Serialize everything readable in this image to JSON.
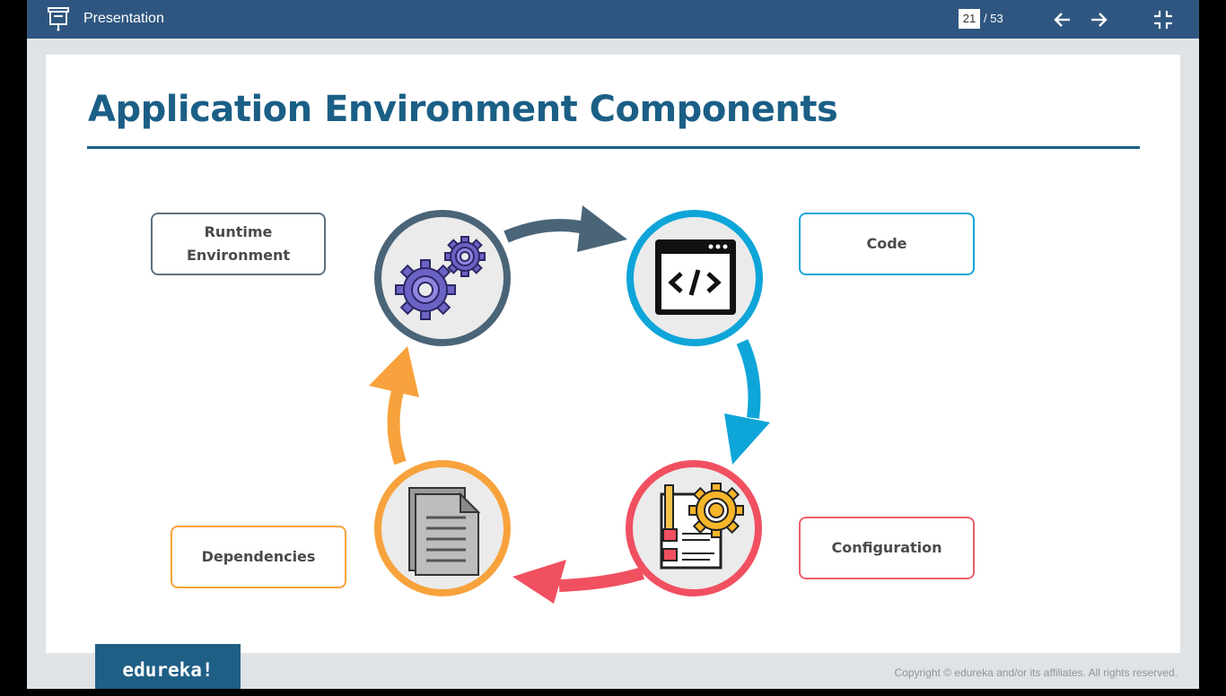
{
  "viewer": {
    "title": "Presentation",
    "current_page": "21",
    "total_pages": "/ 53"
  },
  "slide": {
    "title": "Application Environment Components",
    "labels": {
      "runtime": "Runtime Environment",
      "code": "Code",
      "configuration": "Configuration",
      "dependencies": "Dependencies"
    }
  },
  "footer": {
    "logo": "edureka!",
    "copyright": "Copyright © edureka and/or its affiliates. All rights reserved."
  },
  "colors": {
    "topbar": "#2f5680",
    "title": "#1b5f86",
    "runtime": "#4a6478",
    "code": "#0ea5d8",
    "configuration": "#f05060",
    "dependencies": "#f7a23c"
  }
}
